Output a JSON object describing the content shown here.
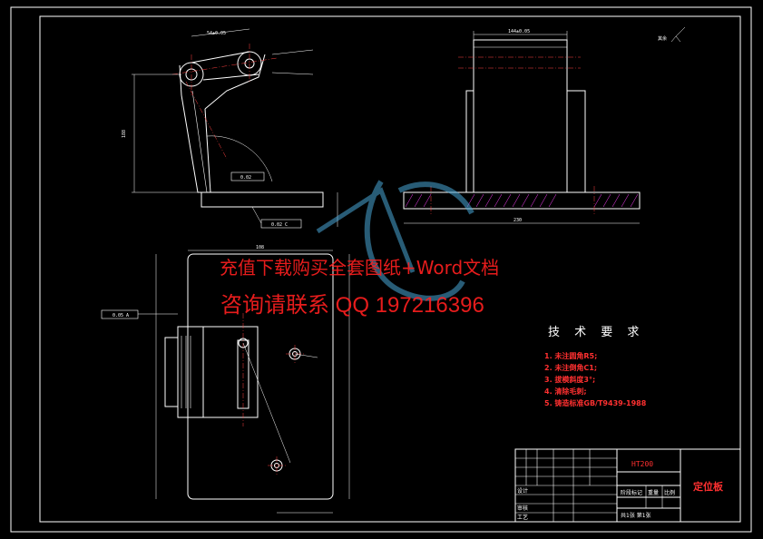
{
  "tech_requirements": {
    "title": "技 术 要 求",
    "items": [
      "1. 未注圆角R5;",
      "2. 未注倒角C1;",
      "3. 拔模斜度3°;",
      "4. 清除毛刺;",
      "5. 铸造标准GB/T9439-1988"
    ]
  },
  "watermark": {
    "line1": "充值下载购买全套图纸+Word文档",
    "line2": "咨询请联系 QQ 197216396"
  },
  "title_block": {
    "material": "HT200",
    "part_name": "定位板",
    "design": "设计",
    "review": "审核",
    "craft": "工艺",
    "sheets": "共1张 第1张",
    "stage": "阶段标记",
    "weight": "重量",
    "scale": "比例"
  },
  "dims": {
    "top_width": "144±0.05",
    "front_top": "54±0.05",
    "front_height": "188",
    "front_flatness": "0.02",
    "front_ref": "0.02 C",
    "base_w": "230",
    "plan_width": "108",
    "plan_perp": "0.05 A",
    "roughness_other": "其余"
  }
}
